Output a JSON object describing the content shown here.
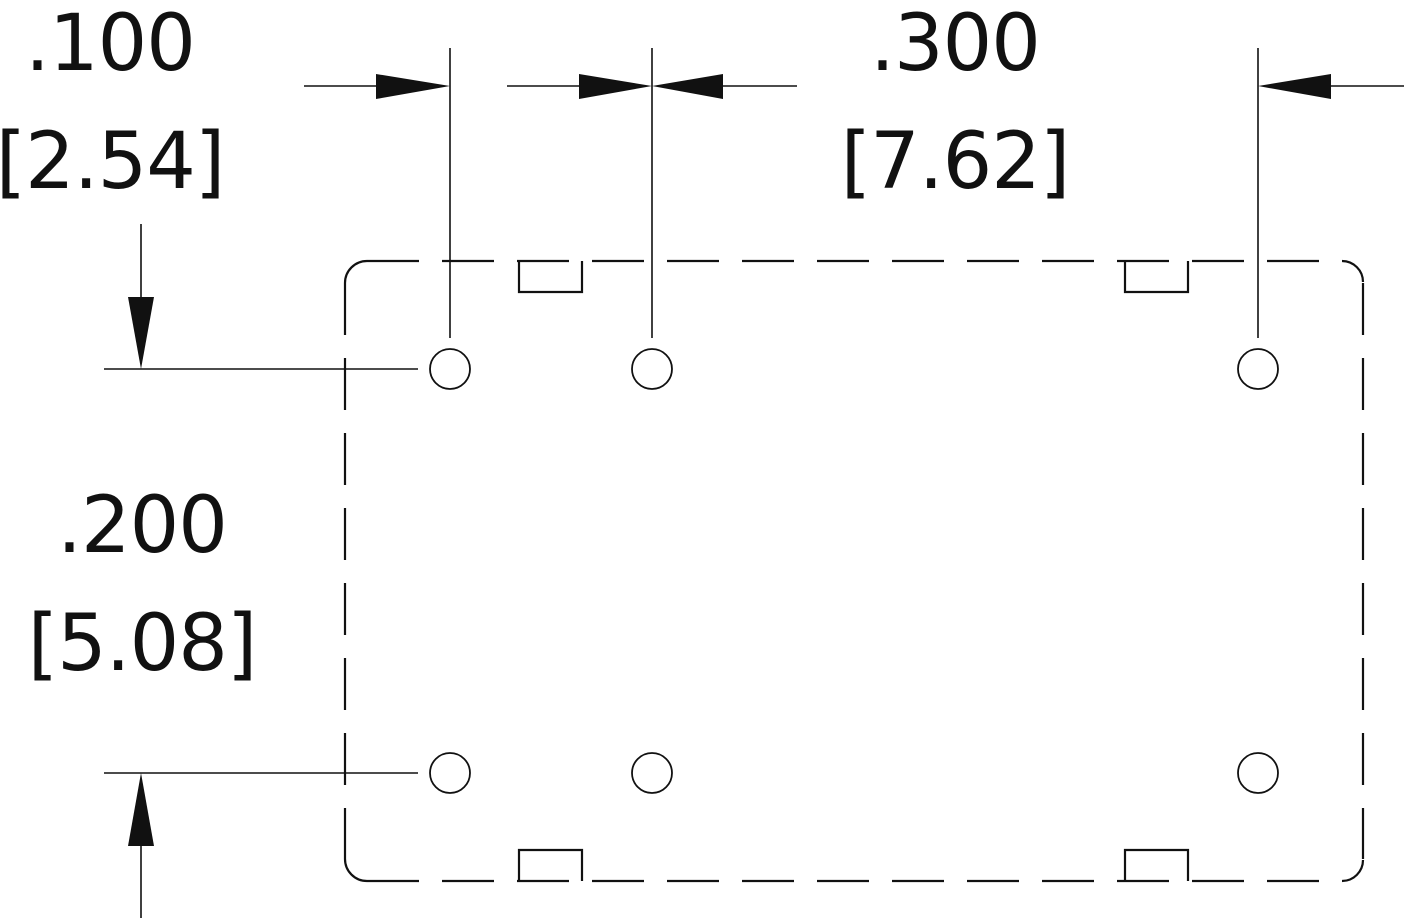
{
  "diagram": {
    "type": "pcb-footprint-dimension-drawing",
    "colors": {
      "line": "#111111",
      "background": "#ffffff"
    },
    "dimensions": {
      "pitch_horizontal_small": {
        "inch": ".100",
        "mm": "[2.54]"
      },
      "pitch_horizontal_large": {
        "inch": ".300",
        "mm": "[7.62]"
      },
      "pitch_vertical": {
        "inch": ".200",
        "mm": "[5.08]"
      }
    },
    "pins": [
      {
        "row": "top",
        "col": 1
      },
      {
        "row": "top",
        "col": 2
      },
      {
        "row": "top",
        "col": 3
      },
      {
        "row": "bottom",
        "col": 1
      },
      {
        "row": "bottom",
        "col": 2
      },
      {
        "row": "bottom",
        "col": 3
      }
    ],
    "outline": {
      "style": "dashed-rounded-rectangle",
      "tabs": 4
    }
  }
}
